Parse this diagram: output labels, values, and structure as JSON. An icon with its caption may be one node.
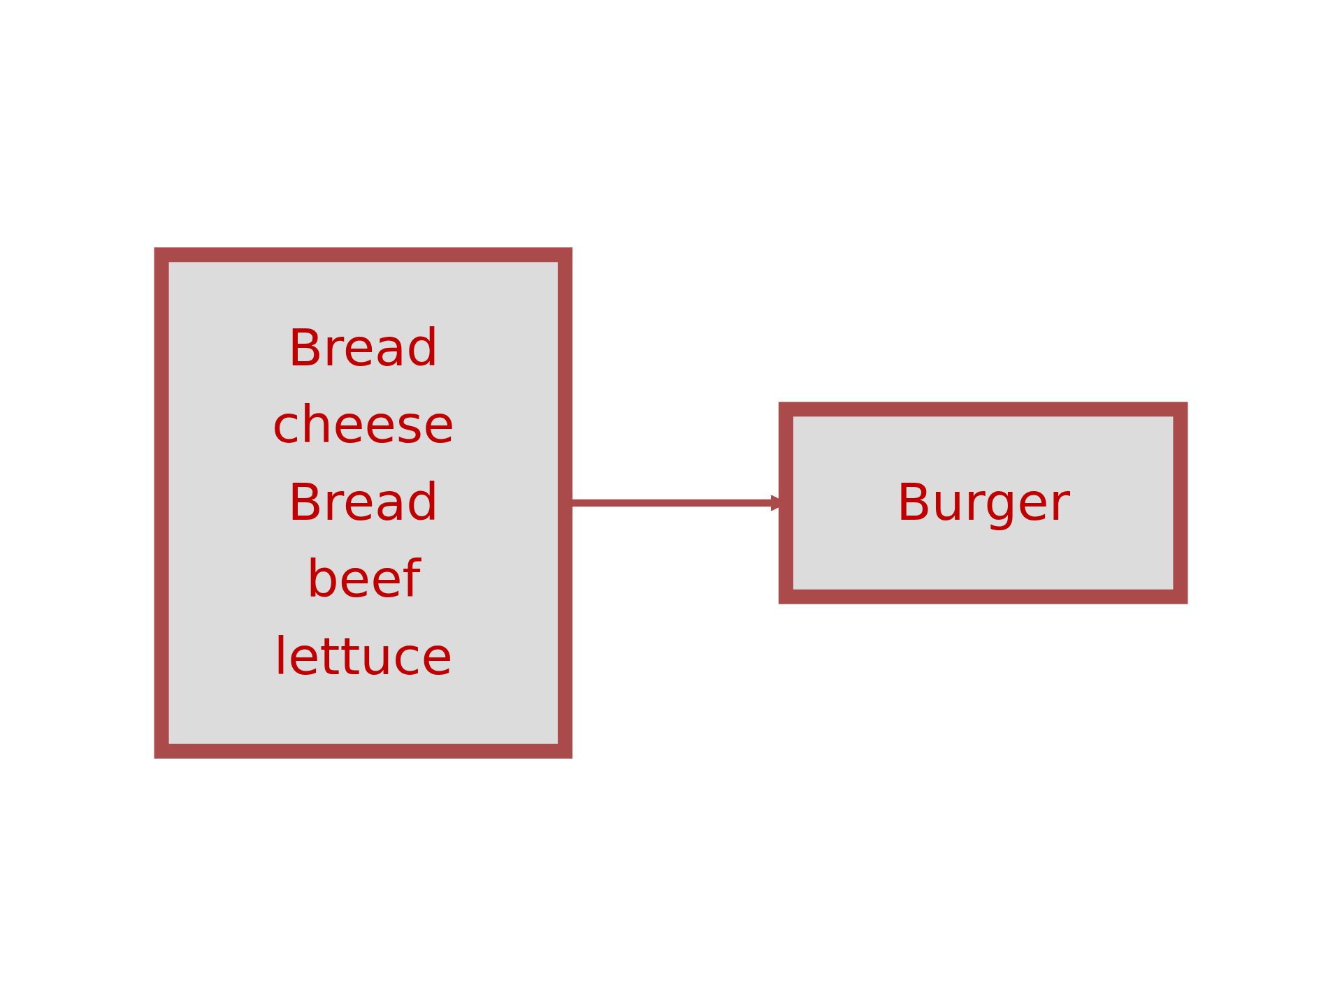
{
  "diagram": {
    "nodes": [
      {
        "text": [
          "Bread",
          "cheese",
          "Bread",
          "beef",
          "lettuce"
        ]
      },
      {
        "text": [
          "Burger"
        ]
      }
    ],
    "edges": [
      {
        "from": 0,
        "to": 1,
        "arrow": "to"
      }
    ]
  }
}
